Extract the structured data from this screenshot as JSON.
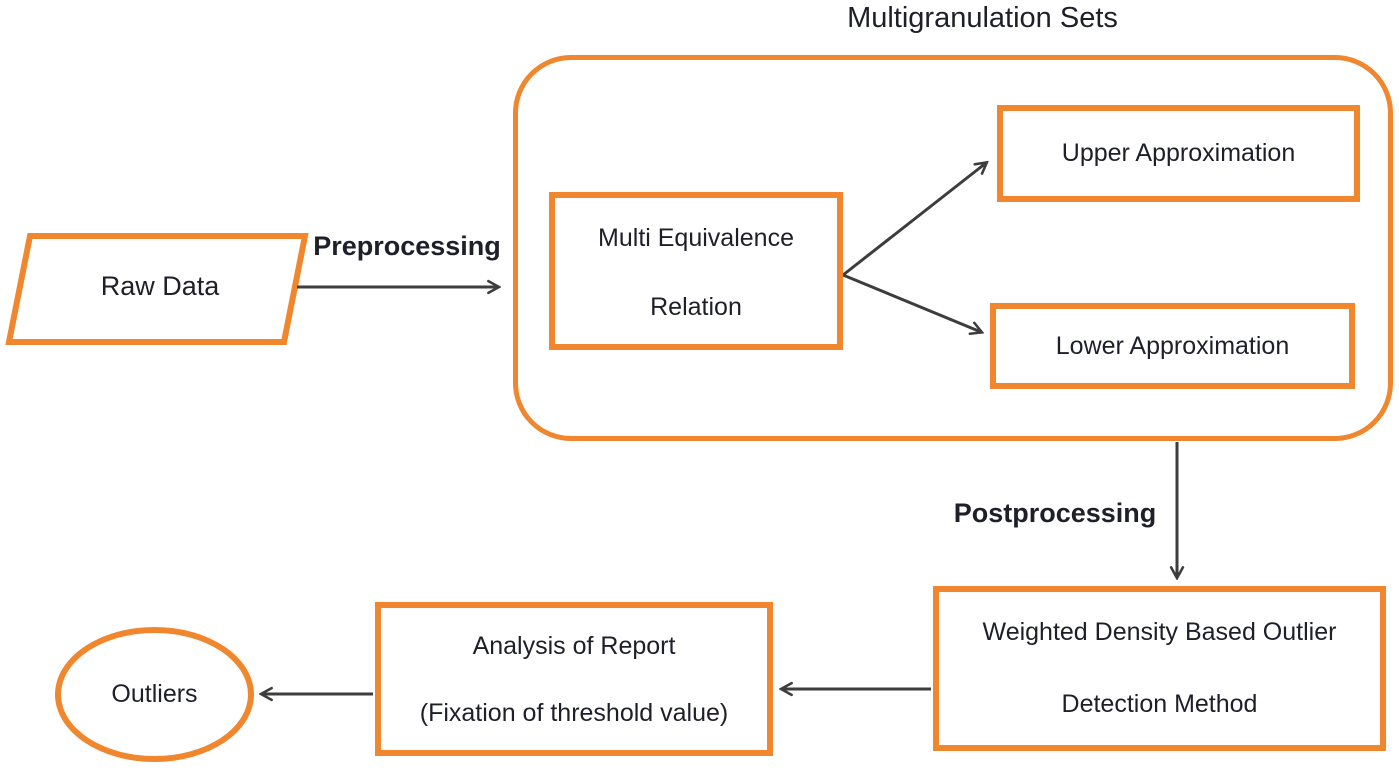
{
  "diagram": {
    "title": "Multigranulation Sets",
    "nodes": {
      "raw_data": {
        "label": "Raw Data",
        "shape": "parallelogram"
      },
      "multi_equivalence": {
        "line1": "Multi Equivalence",
        "line2": "Relation",
        "shape": "rectangle"
      },
      "upper_approximation": {
        "label": "Upper Approximation",
        "shape": "rectangle"
      },
      "lower_approximation": {
        "label": "Lower Approximation",
        "shape": "rectangle"
      },
      "weighted_density": {
        "line1": "Weighted Density Based Outlier",
        "line2": "Detection Method",
        "shape": "rectangle"
      },
      "analysis_report": {
        "line1": "Analysis of Report",
        "line2": "(Fixation of threshold value)",
        "shape": "rectangle"
      },
      "outliers": {
        "label": "Outliers",
        "shape": "ellipse"
      }
    },
    "edge_labels": {
      "preprocessing": "Preprocessing",
      "postprocessing": "Postprocessing"
    },
    "colors": {
      "border_orange": "#F0862D",
      "arrow_gray": "#3d3d3d",
      "text": "#1e1f29",
      "background": "#ffffff"
    }
  }
}
